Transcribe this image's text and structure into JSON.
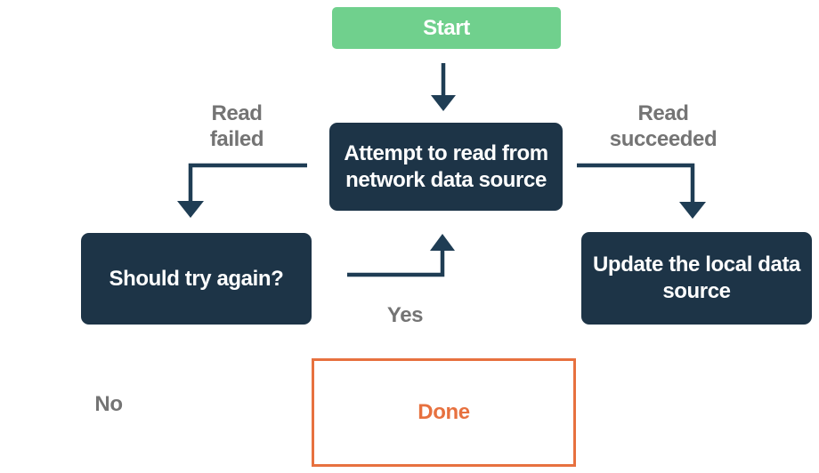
{
  "diagram": {
    "type": "flowchart",
    "background_color": "#ffffff",
    "colors": {
      "start_fill": "#70d08d",
      "process_fill": "#1d3447",
      "node_text": "#ffffff",
      "edge_stroke": "#1f3d54",
      "edge_label_text": "#747474",
      "done_accent": "#e7713f"
    },
    "nodes": {
      "start": {
        "label": "Start",
        "type": "start"
      },
      "attempt": {
        "label": "Attempt to read from\nnetwork data source",
        "type": "process"
      },
      "should_try": {
        "label": "Should try again?",
        "type": "process"
      },
      "update": {
        "label": "Update the local data\nsource",
        "type": "process"
      },
      "done": {
        "label": "Done",
        "type": "terminal-outlined"
      }
    },
    "edge_labels": {
      "read_failed": "Read\nfailed",
      "read_succeeded": "Read\nsucceeded",
      "yes": "Yes",
      "no": "No"
    },
    "edges": [
      {
        "from": "start",
        "to": "attempt",
        "label": ""
      },
      {
        "from": "attempt",
        "to": "should_try",
        "label": "Read failed"
      },
      {
        "from": "attempt",
        "to": "update",
        "label": "Read succeeded"
      },
      {
        "from": "should_try",
        "to": "attempt",
        "label": "Yes"
      },
      {
        "from": "should_try",
        "to": "done",
        "label": "No"
      }
    ]
  }
}
